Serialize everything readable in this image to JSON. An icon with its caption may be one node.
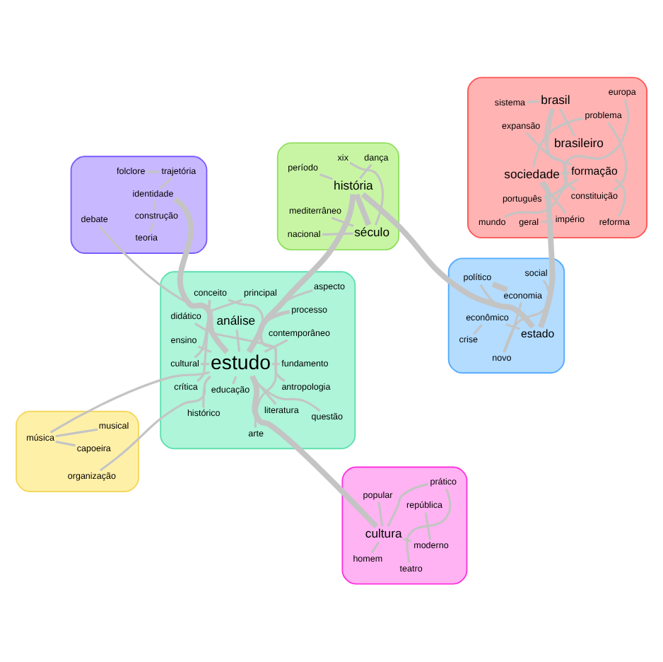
{
  "diagram": {
    "nodes": [
      {
        "text": [],
        "shape": "polygon"
      },
      {
        "text": [
          "folclore"
        ],
        "in": 0
      },
      {
        "text": [
          "teoria"
        ],
        "in": 0
      },
      {
        "text": [
          "trajetória"
        ],
        "in": 0
      },
      {
        "text": [
          "construção"
        ],
        "in": 0
      },
      {
        "text": [
          "identidade"
        ],
        "in": 0
      },
      {
        "text": [
          "debate"
        ],
        "in": 0
      },
      {
        "text": [],
        "shape": "polygon"
      },
      {
        "text": [
          "musical"
        ],
        "in": 7
      },
      {
        "text": [
          "capoeira"
        ],
        "in": 7
      },
      {
        "text": [
          "organização"
        ],
        "in": 7
      },
      {
        "text": [
          "música"
        ],
        "in": 7
      },
      {
        "text": [],
        "shape": "polygon"
      },
      {
        "text": [
          "teatro"
        ],
        "in": 12
      },
      {
        "text": [
          "prático"
        ],
        "in": 12
      },
      {
        "text": [
          "república"
        ],
        "in": 12
      },
      {
        "text": [
          "popular"
        ],
        "in": 12
      },
      {
        "text": [
          "moderno"
        ],
        "in": 12
      },
      {
        "text": [
          "homem"
        ],
        "in": 12
      },
      {
        "text": [
          "cultura"
        ],
        "in": 12
      },
      {
        "text": [],
        "shape": "polygon"
      },
      {
        "text": [
          "análise"
        ],
        "in": 20
      },
      {
        "text": [
          "ensino"
        ],
        "in": 20
      },
      {
        "text": [
          "arte"
        ],
        "in": 20
      },
      {
        "text": [
          "educação"
        ],
        "in": 20
      },
      {
        "text": [
          "processo"
        ],
        "in": 20
      },
      {
        "text": [
          "literatura"
        ],
        "in": 20
      },
      {
        "text": [
          "estudo"
        ],
        "in": 20
      },
      {
        "text": [
          "fundamento"
        ],
        "in": 20
      },
      {
        "text": [
          "cultural"
        ],
        "in": 20
      },
      {
        "text": [
          "principal"
        ],
        "in": 20
      },
      {
        "text": [
          "contemporâneo"
        ],
        "in": 20
      },
      {
        "text": [
          "conceito"
        ],
        "in": 20
      },
      {
        "text": [
          "questão"
        ],
        "in": 20
      },
      {
        "text": [
          "histórico"
        ],
        "in": 20
      },
      {
        "text": [
          "crítica"
        ],
        "in": 20
      },
      {
        "text": [
          "aspecto"
        ],
        "in": 20
      },
      {
        "text": [
          "antropologia"
        ],
        "in": 20
      },
      {
        "text": [
          "didático"
        ],
        "in": 20
      },
      {
        "text": [],
        "shape": "polygon"
      },
      {
        "text": [
          "história"
        ],
        "in": 39
      },
      {
        "text": [
          "dança"
        ],
        "in": 39
      },
      {
        "text": [
          "período"
        ],
        "in": 39
      },
      {
        "text": [
          "século"
        ],
        "in": 39
      },
      {
        "text": [
          "mediterrâneo"
        ],
        "in": 39
      },
      {
        "text": [
          "nacional"
        ],
        "in": 39
      },
      {
        "text": [
          "xix"
        ],
        "in": 39
      },
      {
        "text": [],
        "shape": "polygon"
      },
      {
        "text": [
          "estado"
        ],
        "in": 47
      },
      {
        "text": [
          "econômico"
        ],
        "in": 47
      },
      {
        "text": [
          "político"
        ],
        "in": 47
      },
      {
        "text": [
          "crise"
        ],
        "in": 47
      },
      {
        "text": [
          "economia"
        ],
        "in": 47
      },
      {
        "text": [
          "novo"
        ],
        "in": 47
      },
      {
        "text": [
          "social"
        ],
        "in": 47
      },
      {
        "text": [],
        "shape": "polygon"
      },
      {
        "text": [
          "geral"
        ],
        "in": 55
      },
      {
        "text": [
          "império"
        ],
        "in": 55
      },
      {
        "text": [
          "reforma"
        ],
        "in": 55
      },
      {
        "text": [
          "sociedade"
        ],
        "in": 55
      },
      {
        "text": [
          "formação"
        ],
        "in": 55
      },
      {
        "text": [
          "sistema"
        ],
        "in": 55
      },
      {
        "text": [
          "brasil"
        ],
        "in": 55
      },
      {
        "text": [
          "mundo"
        ],
        "in": 55
      },
      {
        "text": [
          "português"
        ],
        "in": 55
      },
      {
        "text": [
          "brasileiro"
        ],
        "in": 55
      },
      {
        "text": [
          "europa"
        ],
        "in": 55
      },
      {
        "text": [
          "problema"
        ],
        "in": 55
      },
      {
        "text": [
          "constituição"
        ],
        "in": 55
      },
      {
        "text": [
          "expansão"
        ],
        "in": 55
      }
    ],
    "edges": [
      {
        "from": 27,
        "to": 21,
        "arrow": "none"
      },
      {
        "from": 27,
        "to": 22,
        "arrow": "none"
      },
      {
        "from": 27,
        "to": 24,
        "arrow": "none"
      },
      {
        "from": 27,
        "to": 25,
        "arrow": "none"
      },
      {
        "from": 25,
        "to": 23,
        "arrow": "none"
      },
      {
        "from": 27,
        "to": 28,
        "arrow": "none"
      },
      {
        "from": 27,
        "to": 26,
        "arrow": "none"
      },
      {
        "from": 27,
        "to": 29,
        "arrow": "none"
      },
      {
        "from": 29,
        "to": 30,
        "arrow": "none"
      },
      {
        "from": 27,
        "to": 31,
        "arrow": "none"
      },
      {
        "from": 27,
        "to": 33,
        "arrow": "none"
      },
      {
        "from": 27,
        "to": 32,
        "arrow": "none"
      },
      {
        "from": 27,
        "to": 34,
        "arrow": "none"
      },
      {
        "from": 32,
        "to": 35,
        "arrow": "none"
      },
      {
        "from": 27,
        "to": 36,
        "arrow": "none"
      },
      {
        "from": 32,
        "to": 37,
        "arrow": "none"
      },
      {
        "from": 37,
        "to": 38,
        "arrow": "none"
      },
      {
        "from": 27,
        "to": 5,
        "arrow": "none",
        "style": "thick"
      },
      {
        "from": 5,
        "to": 4,
        "arrow": "none"
      },
      {
        "from": 4,
        "to": 2,
        "arrow": "none"
      },
      {
        "from": 5,
        "to": 3,
        "arrow": "none"
      },
      {
        "from": 3,
        "to": 1,
        "arrow": "none"
      },
      {
        "from": 27,
        "to": 6,
        "arrow": "none"
      },
      {
        "from": 27,
        "to": 10,
        "arrow": "none"
      },
      {
        "from": 27,
        "to": 11,
        "arrow": "none"
      },
      {
        "from": 11,
        "to": 8,
        "arrow": "none"
      },
      {
        "from": 11,
        "to": 9,
        "arrow": "none"
      },
      {
        "from": 27,
        "to": 19,
        "arrow": "none",
        "style": "thick"
      },
      {
        "from": 19,
        "to": 14,
        "arrow": "none"
      },
      {
        "from": 14,
        "to": 13,
        "arrow": "none"
      },
      {
        "from": 19,
        "to": 16,
        "arrow": "none"
      },
      {
        "from": 19,
        "to": 17,
        "arrow": "none"
      },
      {
        "from": 17,
        "to": 15,
        "arrow": "none"
      },
      {
        "from": 19,
        "to": 18,
        "arrow": "none"
      },
      {
        "from": 27,
        "to": 40,
        "arrow": "none",
        "style": "thick"
      },
      {
        "from": 40,
        "to": 41,
        "arrow": "none"
      },
      {
        "from": 40,
        "to": 42,
        "arrow": "none"
      },
      {
        "from": 40,
        "to": 43,
        "arrow": "none",
        "style": "thick"
      },
      {
        "from": 43,
        "to": 44,
        "arrow": "none"
      },
      {
        "from": 43,
        "to": 45,
        "arrow": "none"
      },
      {
        "from": 43,
        "to": 46,
        "arrow": "none"
      },
      {
        "from": 40,
        "to": 48,
        "arrow": "none",
        "style": "thick"
      },
      {
        "from": 48,
        "to": 59,
        "arrow": "none",
        "style": "thick"
      },
      {
        "from": 48,
        "to": 49,
        "arrow": "none"
      },
      {
        "from": 49,
        "to": 51,
        "arrow": "none"
      },
      {
        "from": 48,
        "to": 50,
        "arrow": "none"
      },
      {
        "from": 50,
        "to": 52,
        "arrow": "none",
        "style": "thick"
      },
      {
        "from": 52,
        "to": 53,
        "arrow": "none"
      },
      {
        "from": 53,
        "to": 54,
        "arrow": "none"
      },
      {
        "from": 59,
        "to": 57,
        "arrow": "none"
      },
      {
        "from": 57,
        "to": 56,
        "arrow": "none"
      },
      {
        "from": 59,
        "to": 60,
        "arrow": "none"
      },
      {
        "from": 60,
        "to": 58,
        "arrow": "none"
      },
      {
        "from": 60,
        "to": 63,
        "arrow": "none"
      },
      {
        "from": 60,
        "to": 62,
        "arrow": "none"
      },
      {
        "from": 62,
        "to": 61,
        "arrow": "none"
      },
      {
        "from": 62,
        "to": 65,
        "arrow": "none"
      },
      {
        "from": 62,
        "to": 64,
        "arrow": "none"
      },
      {
        "from": 64,
        "to": 66,
        "arrow": "none"
      },
      {
        "from": 59,
        "to": 67,
        "arrow": "none"
      },
      {
        "from": 67,
        "to": 68,
        "arrow": "none"
      },
      {
        "from": 68,
        "to": 69,
        "arrow": "none"
      }
    ]
  }
}
